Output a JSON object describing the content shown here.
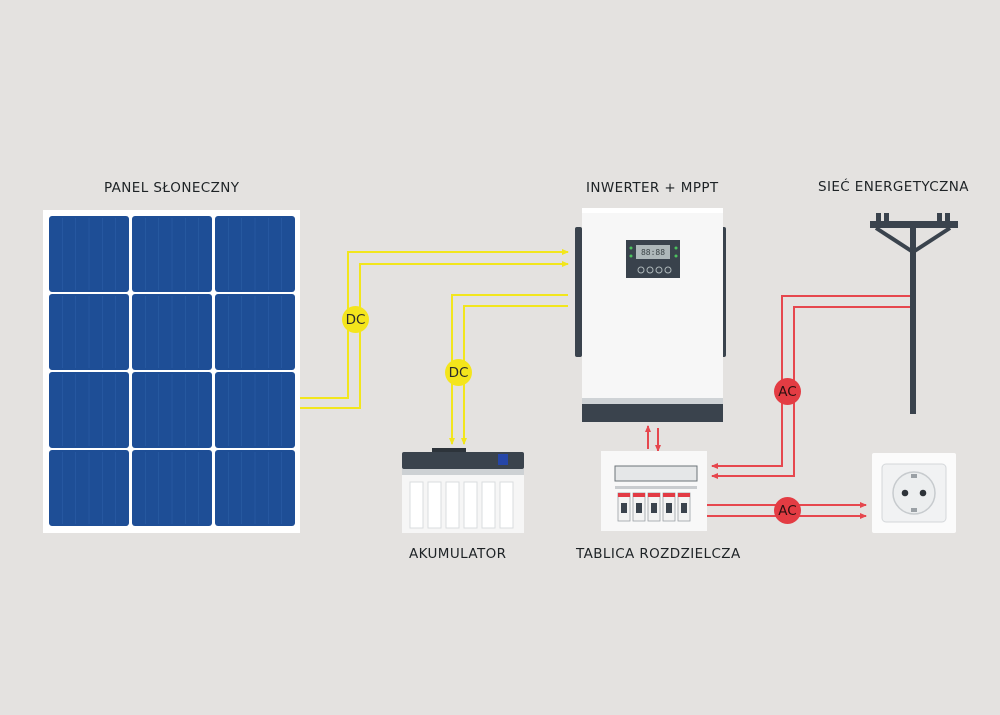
{
  "labels": {
    "solar_panel": "PANEL SŁONECZNY",
    "inverter": "INWERTER + MPPT",
    "grid": "SIEĆ ENERGETYCZNA",
    "battery": "AKUMULATOR",
    "distribution_board": "TABLICA ROZDZIELCZA"
  },
  "badges": {
    "dc_panel": "DC",
    "dc_battery": "DC",
    "ac_grid": "AC",
    "ac_outlet": "AC"
  },
  "colors": {
    "background": "#e4e2e0",
    "dc_line": "#f2e61c",
    "ac_line": "#e6474e",
    "panel_cell": "#1e4e96",
    "inverter_dark": "#39424c"
  }
}
